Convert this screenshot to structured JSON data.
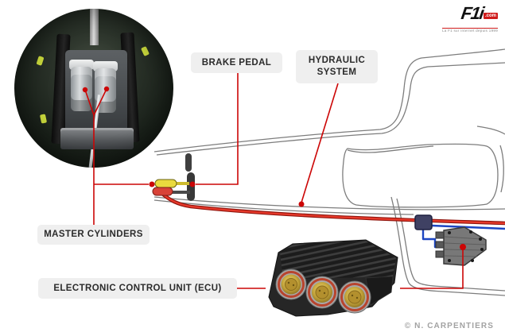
{
  "logo": {
    "name": "F1i",
    "com": ".com",
    "tagline": "La F1 sur internet depuis 1999"
  },
  "callouts": {
    "brake_pedal": "BRAKE PEDAL",
    "hydraulic_system": "HYDRAULIC SYSTEM",
    "master_cylinders": "MASTER CYLINDERS",
    "ecu": "ELECTRONIC CONTROL UNIT (ECU)"
  },
  "credit": "© N. CARPENTIERS",
  "colors": {
    "annotation_red": "#cc0606",
    "hydraulic_red": "#e8392b",
    "hydraulic_red_dark": "#8f150d",
    "electric_blue": "#1d46c2",
    "label_bg": "#efefef",
    "outline_gray": "#7d7d7d"
  }
}
